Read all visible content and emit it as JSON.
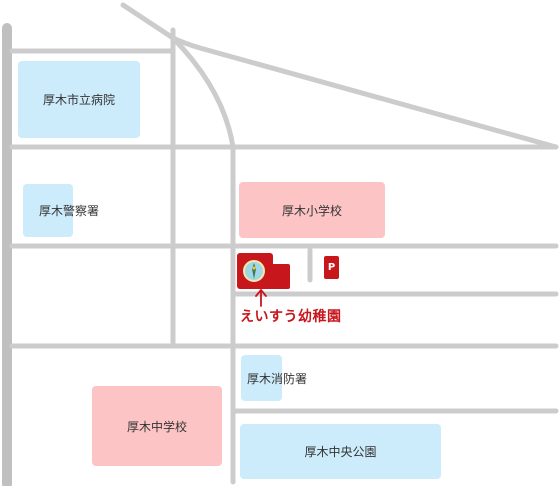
{
  "map": {
    "colors": {
      "road": "#cccccc",
      "road_main": "#c0c0c0",
      "public_facility": "#ccebfb",
      "school": "#fdc4c6",
      "accent": "#c8161d",
      "label_text": "#333333"
    },
    "places": {
      "hospital": "厚木市立病院",
      "police": "厚木警察署",
      "elementary_school": "厚木小学校",
      "fire_station": "厚木消防署",
      "junior_high_school": "厚木中学校",
      "park": "厚木中央公園"
    },
    "destination": {
      "name": "えいすう幼稚園",
      "arrow_icon": "up-arrow-icon",
      "building_icon": "kindergarten-building-icon"
    },
    "parking": {
      "label": "P",
      "icon": "parking-icon"
    }
  }
}
